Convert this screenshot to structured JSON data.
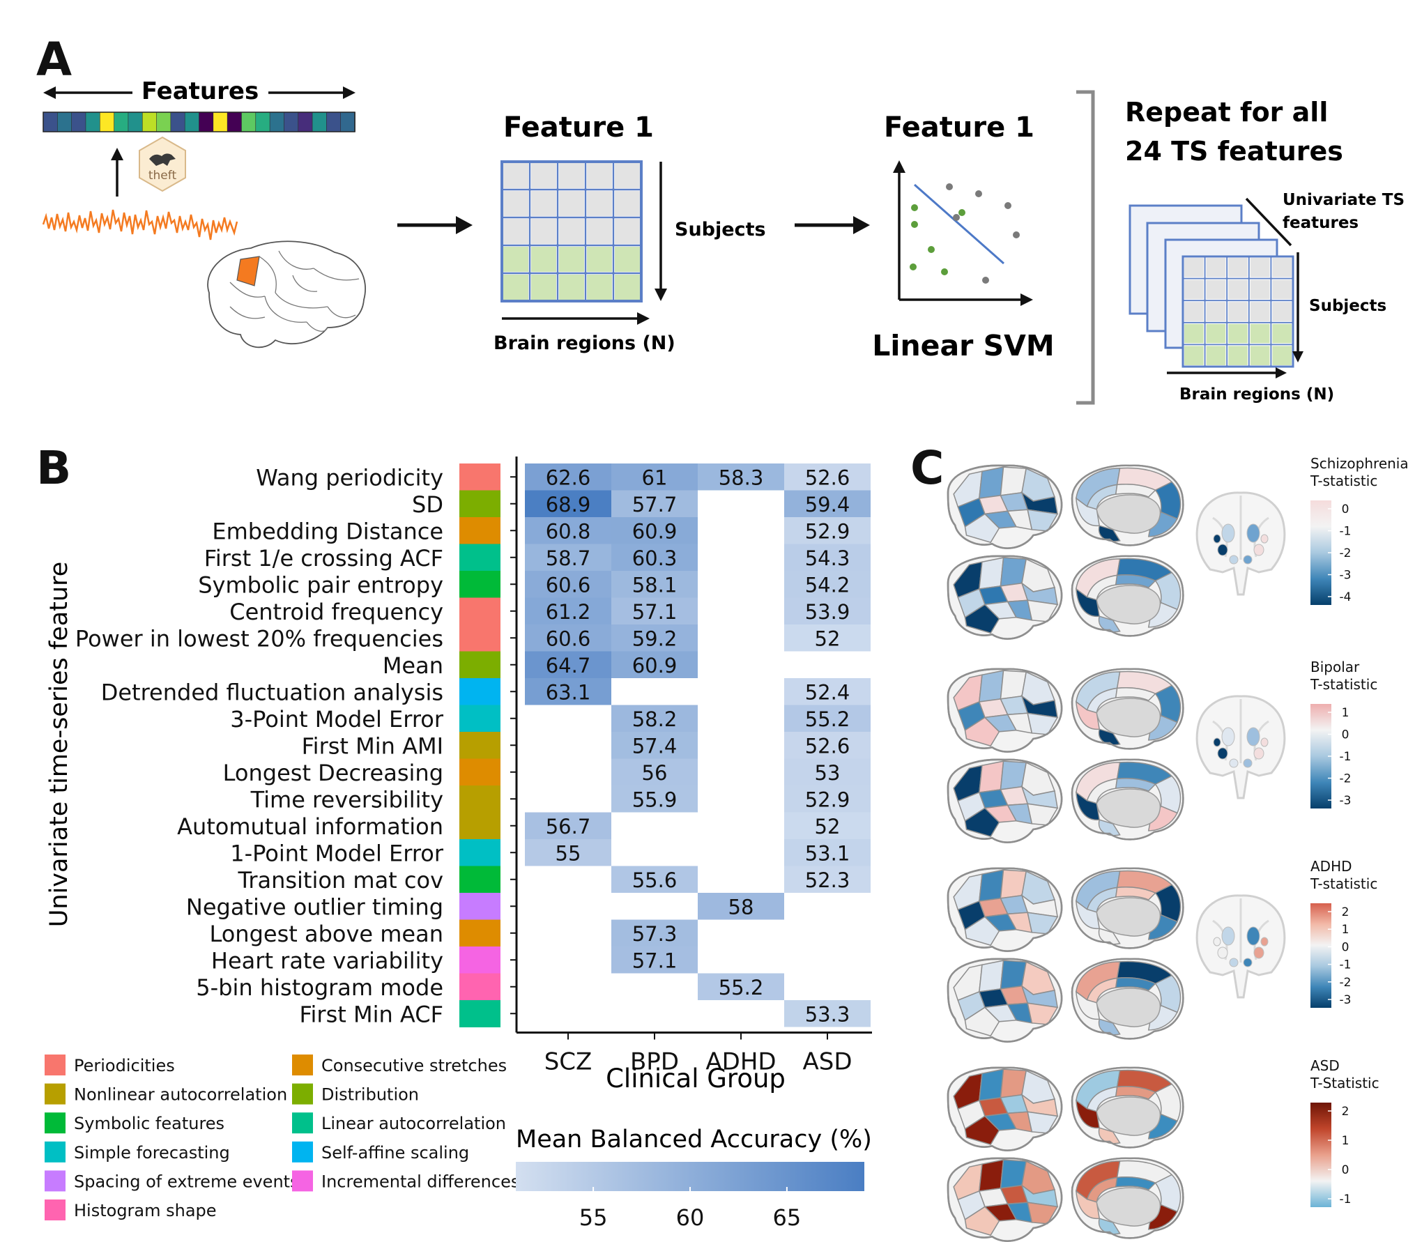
{
  "panel_a": {
    "panel_label": "A",
    "features_label": "Features",
    "theft_label": "theft",
    "matrix1_title": "Feature 1",
    "subjects_label": "Subjects",
    "brain_regions_label": "Brain regions (N)",
    "svm_title": "Feature 1",
    "svm_label": "Linear SVM",
    "repeat_label_line1": "Repeat for all",
    "repeat_label_line2": "24 TS features",
    "stack_features_line1": "Univariate TS",
    "stack_features_line2": "features",
    "stack_subjects_label": "Subjects",
    "stack_regions_label": "Brain regions (N)",
    "feature_bar_colors": [
      "#3b528b",
      "#2c728e",
      "#3b528b",
      "#21918c",
      "#fde725",
      "#27ad81",
      "#21918c",
      "#bddf26",
      "#7ad151",
      "#3b528b",
      "#21918c",
      "#440154",
      "#fde725",
      "#440154",
      "#5ec962",
      "#27ad81",
      "#2c728e",
      "#3b528b",
      "#472d7b",
      "#21918c",
      "#3b528b",
      "#31688e"
    ],
    "colors": {
      "signal": "#f47a20",
      "region": "#f47a20",
      "matrix_border": "#5b7fc7",
      "matrix_gray": "#e3e3e3",
      "matrix_green": "#cfe5b5",
      "svm_line": "#4d79c7",
      "dot_green": "#5c9e3b",
      "dot_gray": "#7a7a7a"
    }
  },
  "panel_b": {
    "panel_label": "B",
    "y_axis_label": "Univariate time-series feature",
    "x_axis_label": "Clinical Group",
    "colorbar_title": "Mean Balanced Accuracy (%)",
    "colorbar_ticks": [
      "55",
      "60",
      "65"
    ],
    "legend": [
      {
        "label": "Periodicities",
        "color": "#f8766d"
      },
      {
        "label": "Consecutive stretches",
        "color": "#de8c00"
      },
      {
        "label": "Nonlinear autocorrelation",
        "color": "#b79f00"
      },
      {
        "label": "Distribution",
        "color": "#7cae00"
      },
      {
        "label": "Symbolic features",
        "color": "#00ba38"
      },
      {
        "label": "Linear autocorrelation",
        "color": "#00c08b"
      },
      {
        "label": "Simple forecasting",
        "color": "#00bfc4"
      },
      {
        "label": "Self-affine scaling",
        "color": "#00b4f0"
      },
      {
        "label": "Spacing of extreme events",
        "color": "#c77cff"
      },
      {
        "label": "Incremental differences",
        "color": "#f564e3"
      },
      {
        "label": "Histogram shape",
        "color": "#ff64b0"
      }
    ]
  },
  "chart_data": {
    "type": "heatmap",
    "xlabel": "Clinical Group",
    "ylabel": "Univariate time-series feature",
    "colorbar_label": "Mean Balanced Accuracy (%)",
    "color_range": [
      51,
      69
    ],
    "columns": [
      "SCZ",
      "BPD",
      "ADHD",
      "ASD"
    ],
    "rows": [
      {
        "feature": "Wang periodicity",
        "category_color": "#f8766d",
        "values": [
          62.6,
          61,
          58.3,
          52.6
        ]
      },
      {
        "feature": "SD",
        "category_color": "#7cae00",
        "values": [
          68.9,
          57.7,
          null,
          59.4
        ]
      },
      {
        "feature": "Embedding Distance",
        "category_color": "#de8c00",
        "values": [
          60.8,
          60.9,
          null,
          52.9
        ]
      },
      {
        "feature": "First 1/e crossing ACF",
        "category_color": "#00c08b",
        "values": [
          58.7,
          60.3,
          null,
          54.3
        ]
      },
      {
        "feature": "Symbolic pair entropy",
        "category_color": "#00ba38",
        "values": [
          60.6,
          58.1,
          null,
          54.2
        ]
      },
      {
        "feature": "Centroid frequency",
        "category_color": "#f8766d",
        "values": [
          61.2,
          57.1,
          null,
          53.9
        ]
      },
      {
        "feature": "Power in lowest 20% frequencies",
        "category_color": "#f8766d",
        "values": [
          60.6,
          59.2,
          null,
          52
        ]
      },
      {
        "feature": "Mean",
        "category_color": "#7cae00",
        "values": [
          64.7,
          60.9,
          null,
          null
        ]
      },
      {
        "feature": "Detrended fluctuation analysis",
        "category_color": "#00b4f0",
        "values": [
          63.1,
          null,
          null,
          52.4
        ]
      },
      {
        "feature": "3-Point Model Error",
        "category_color": "#00bfc4",
        "values": [
          null,
          58.2,
          null,
          55.2
        ]
      },
      {
        "feature": "First Min AMI",
        "category_color": "#b79f00",
        "values": [
          null,
          57.4,
          null,
          52.6
        ]
      },
      {
        "feature": "Longest Decreasing",
        "category_color": "#de8c00",
        "values": [
          null,
          56,
          null,
          53
        ]
      },
      {
        "feature": "Time reversibility",
        "category_color": "#b79f00",
        "values": [
          null,
          55.9,
          null,
          52.9
        ]
      },
      {
        "feature": "Automutual information",
        "category_color": "#b79f00",
        "values": [
          56.7,
          null,
          null,
          52
        ]
      },
      {
        "feature": "1-Point Model Error",
        "category_color": "#00bfc4",
        "values": [
          55,
          null,
          null,
          53.1
        ]
      },
      {
        "feature": "Transition mat cov",
        "category_color": "#00ba38",
        "values": [
          null,
          55.6,
          null,
          52.3
        ]
      },
      {
        "feature": "Negative outlier timing",
        "category_color": "#c77cff",
        "values": [
          null,
          null,
          58,
          null
        ]
      },
      {
        "feature": "Longest above mean",
        "category_color": "#de8c00",
        "values": [
          null,
          57.3,
          null,
          null
        ]
      },
      {
        "feature": "Heart rate variability",
        "category_color": "#f564e3",
        "values": [
          null,
          57.1,
          null,
          null
        ]
      },
      {
        "feature": "5-bin histogram mode",
        "category_color": "#ff64b0",
        "values": [
          null,
          null,
          55.2,
          null
        ]
      },
      {
        "feature": "First Min ACF",
        "category_color": "#00c08b",
        "values": [
          null,
          null,
          null,
          53.3
        ]
      }
    ]
  },
  "panel_c": {
    "panel_label": "C",
    "groups": [
      {
        "title_line1": "Schizophrenia",
        "title_line2": "T-statistic",
        "ticks": [
          "0",
          "-1",
          "-2",
          "-3",
          "-4"
        ],
        "gradient": [
          "#f5dcdc",
          "#f3f3f3",
          "#a9c9e0",
          "#3f86b8",
          "#063f6b"
        ]
      },
      {
        "title_line1": "Bipolar",
        "title_line2": "T-statistic",
        "ticks": [
          "1",
          "0",
          "-1",
          "-2",
          "-3"
        ],
        "gradient": [
          "#eeaeae",
          "#f3f3f3",
          "#a9c9e0",
          "#3f86b8",
          "#063f6b"
        ]
      },
      {
        "title_line1": "ADHD",
        "title_line2": "T-statistic",
        "ticks": [
          "2",
          "1",
          "0",
          "-1",
          "-2",
          "-3"
        ],
        "gradient": [
          "#d6604d",
          "#f2b9a8",
          "#f3f3f3",
          "#a9c9e0",
          "#3f86b8",
          "#063f6b"
        ]
      },
      {
        "title_line1": "ASD",
        "title_line2": "T-Statistic",
        "ticks": [
          "2",
          "1",
          "0",
          "-1"
        ],
        "gradient": [
          "#6e1506",
          "#c0452b",
          "#e9a08c",
          "#f3f3f3",
          "#6bb3d6"
        ]
      }
    ]
  }
}
